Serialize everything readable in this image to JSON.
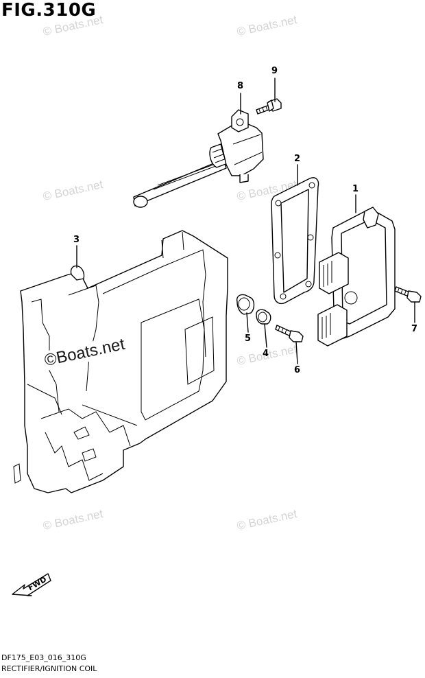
{
  "figure": {
    "title": "FIG.310G",
    "code": "DF175_E03_016_310G",
    "caption": "RECTIFIER/IGNITION COIL"
  },
  "watermark": {
    "text": "© Boats.net",
    "main_text": "©Boats.net"
  },
  "direction_label": "FWD",
  "callouts": [
    "1",
    "2",
    "3",
    "4",
    "5",
    "6",
    "7",
    "8",
    "9"
  ]
}
